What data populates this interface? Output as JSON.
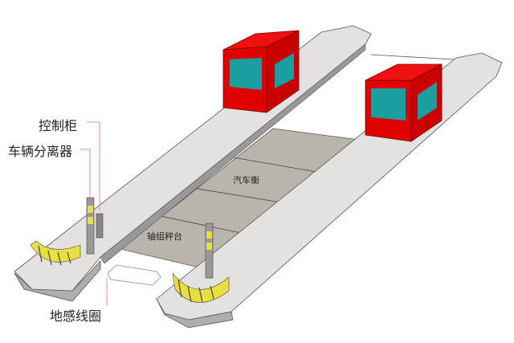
{
  "labels": {
    "control_cabinet": "控制柜",
    "vehicle_separator": "车辆分离器",
    "ground_loop": "地感线圈",
    "truck_scale": "汽车衡",
    "axle_scale": "轴组秤台"
  },
  "colors": {
    "cabin": "#e00000",
    "window": "#1a9e9e",
    "island": "#e4e2e0",
    "scale": "#b9b5ac",
    "stripe": "#e8e040",
    "leader": "#e07070"
  }
}
